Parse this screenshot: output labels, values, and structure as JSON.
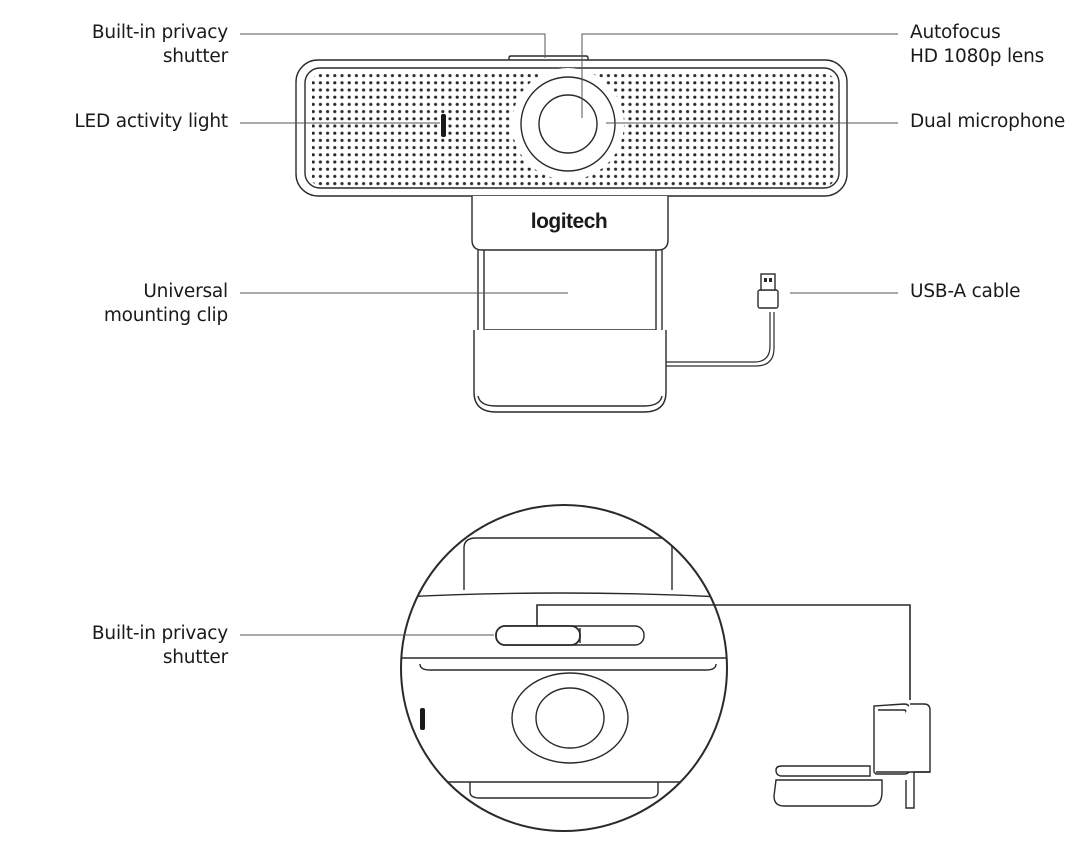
{
  "labels": {
    "privacy_shutter_top": [
      "Built-in privacy",
      "shutter"
    ],
    "autofocus_lens": [
      "Autofocus",
      "HD 1080p lens"
    ],
    "led_light": "LED activity light",
    "dual_microphone": "Dual microphone",
    "mounting_clip": [
      "Universal",
      "mounting clip"
    ],
    "usb_cable": "USB-A cable",
    "privacy_shutter_bottom": [
      "Built-in privacy",
      "shutter"
    ]
  },
  "brand": {
    "logo_text": "logitech"
  },
  "colors": {
    "stroke": "#2a2a2a",
    "leader_line": "#555555",
    "text": "#1a1a1a"
  }
}
